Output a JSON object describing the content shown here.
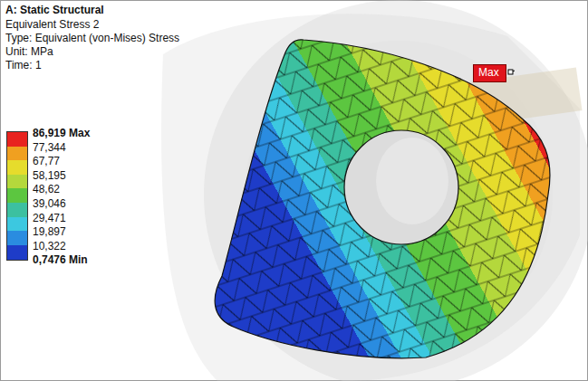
{
  "diagram": {
    "title": "A: Static Structural",
    "nodes": [
      {
        "text": [
          "Max"
        ]
      }
    ],
    "labels": [
      "Equivalent Stress 2",
      "Type: Equivalent (von-Mises) Stress",
      "Unit: MPa",
      "Time: 1",
      "0,7476 Min"
    ],
    "legend": [
      {
        "text": "86,919 Max",
        "color": "#e8231f"
      },
      {
        "text": "77,344",
        "color": "#f0a020"
      },
      {
        "text": "67,77",
        "color": "#e6dc2c"
      },
      {
        "text": "58,195",
        "color": "#b4d83c"
      },
      {
        "text": "48,62",
        "color": "#5cc640"
      },
      {
        "text": "39,046",
        "color": "#3cc0a0"
      },
      {
        "text": "29,471",
        "color": "#3cc8e0"
      },
      {
        "text": "19,897",
        "color": "#2a8ce0"
      },
      {
        "text": "10,322",
        "color": "#1e3cc8"
      }
    ]
  }
}
